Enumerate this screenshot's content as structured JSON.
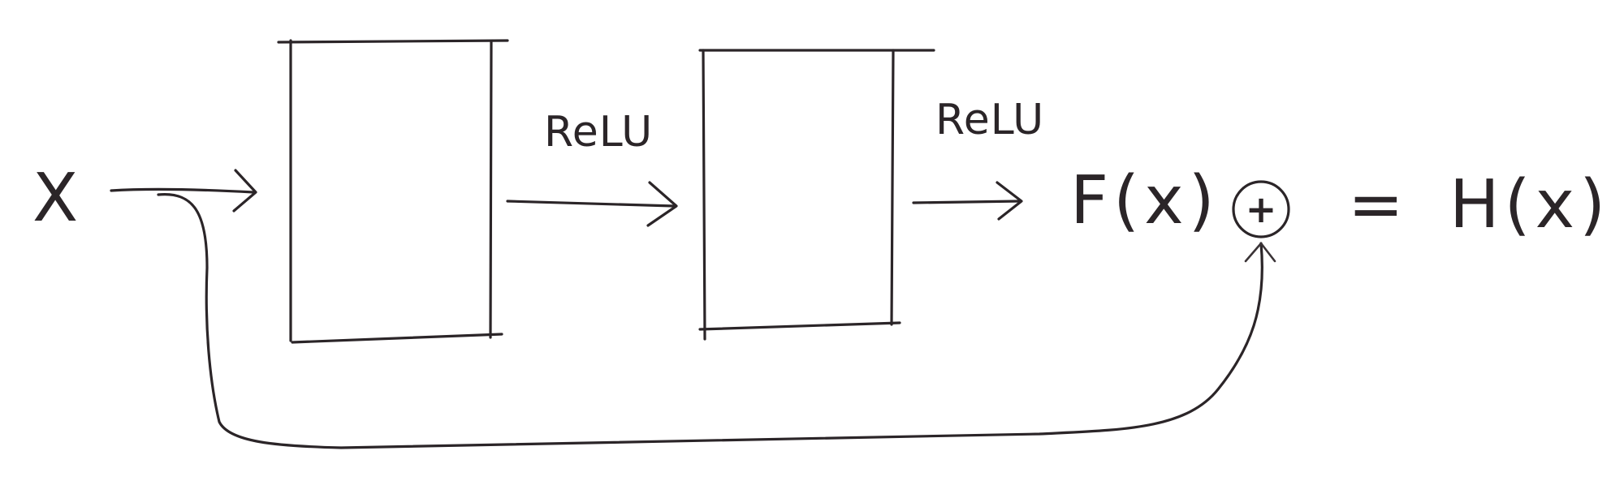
{
  "diagram": {
    "input_label": "X",
    "activation_1_label": "ReLU",
    "activation_2_label": "ReLU",
    "residual_label": "F(x)",
    "sum_operator": "+",
    "equals_sign": "=",
    "output_label": "H(x)"
  },
  "colors": {
    "ink": "#2b2528",
    "paper": "#ffffff"
  }
}
